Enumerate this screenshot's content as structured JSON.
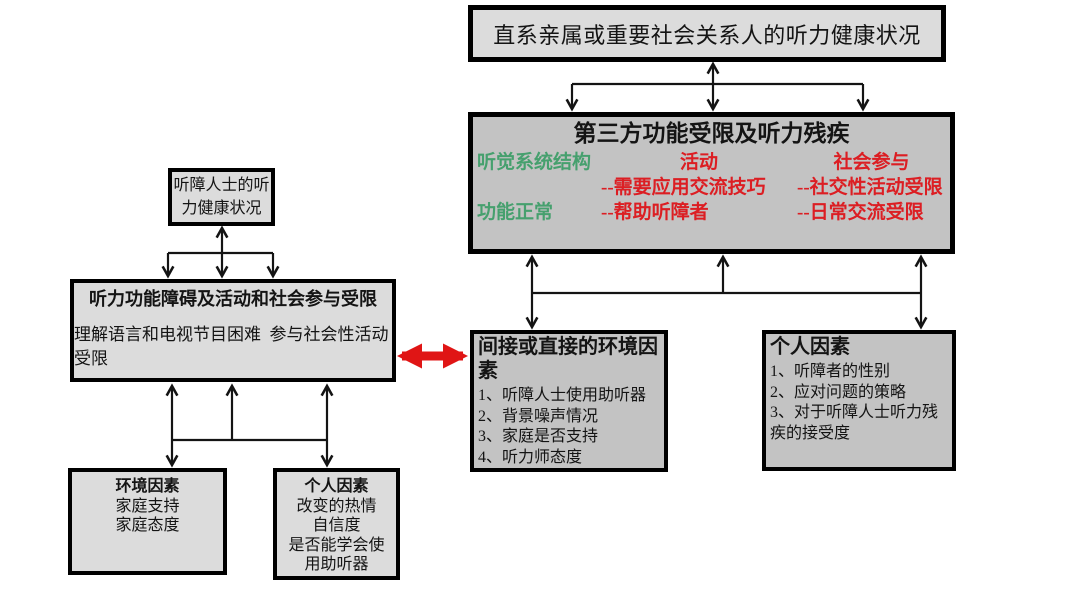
{
  "colors": {
    "ink": "#141414",
    "box_light": "#dcdcdc",
    "box_mid": "#c3c3c3",
    "green_text": "#46a06e",
    "red_text": "#dc1e23",
    "red_arrow": "#e01515",
    "border_color": "#000000"
  },
  "boxes": {
    "family_health": {
      "text": "直系亲属或重要社会关系人的听力健康状况"
    },
    "third_party": {
      "title": "第三方功能受限及听力残疾",
      "structure": {
        "line1": "听觉系统结构",
        "line2": "功能正常"
      },
      "activity": {
        "title": "活动",
        "items": [
          "--需要应用交流技巧",
          "--帮助听障者"
        ]
      },
      "participation": {
        "title": "社会参与",
        "items": [
          "--社交性活动受限",
          "--日常交流受限"
        ]
      }
    },
    "hearing_impaired_health": {
      "text": "听障人士的听力健康状况"
    },
    "impairment_limitation": {
      "title": "听力功能障碍及活动和社会参与受限",
      "body": "理解语言和电视节目困难 参与社会性活动受限"
    },
    "environment_left": {
      "title": "环境因素",
      "lines": [
        "家庭支持",
        "家庭态度"
      ]
    },
    "personal_left": {
      "title": "个人因素",
      "lines": [
        "改变的热情",
        "自信度",
        "是否能学会使用助听器"
      ]
    },
    "environment_factors": {
      "title": "间接或直接的环境因素",
      "items": [
        "1、听障人士使用助听器",
        "2、背景噪声情况",
        "3、家庭是否支持",
        "4、听力师态度"
      ]
    },
    "personal_factors": {
      "title": "个人因素",
      "items": [
        "1、听障者的性别",
        "2、应对问题的策略",
        "3、对于听障人士听力残疾的接受度"
      ]
    }
  }
}
